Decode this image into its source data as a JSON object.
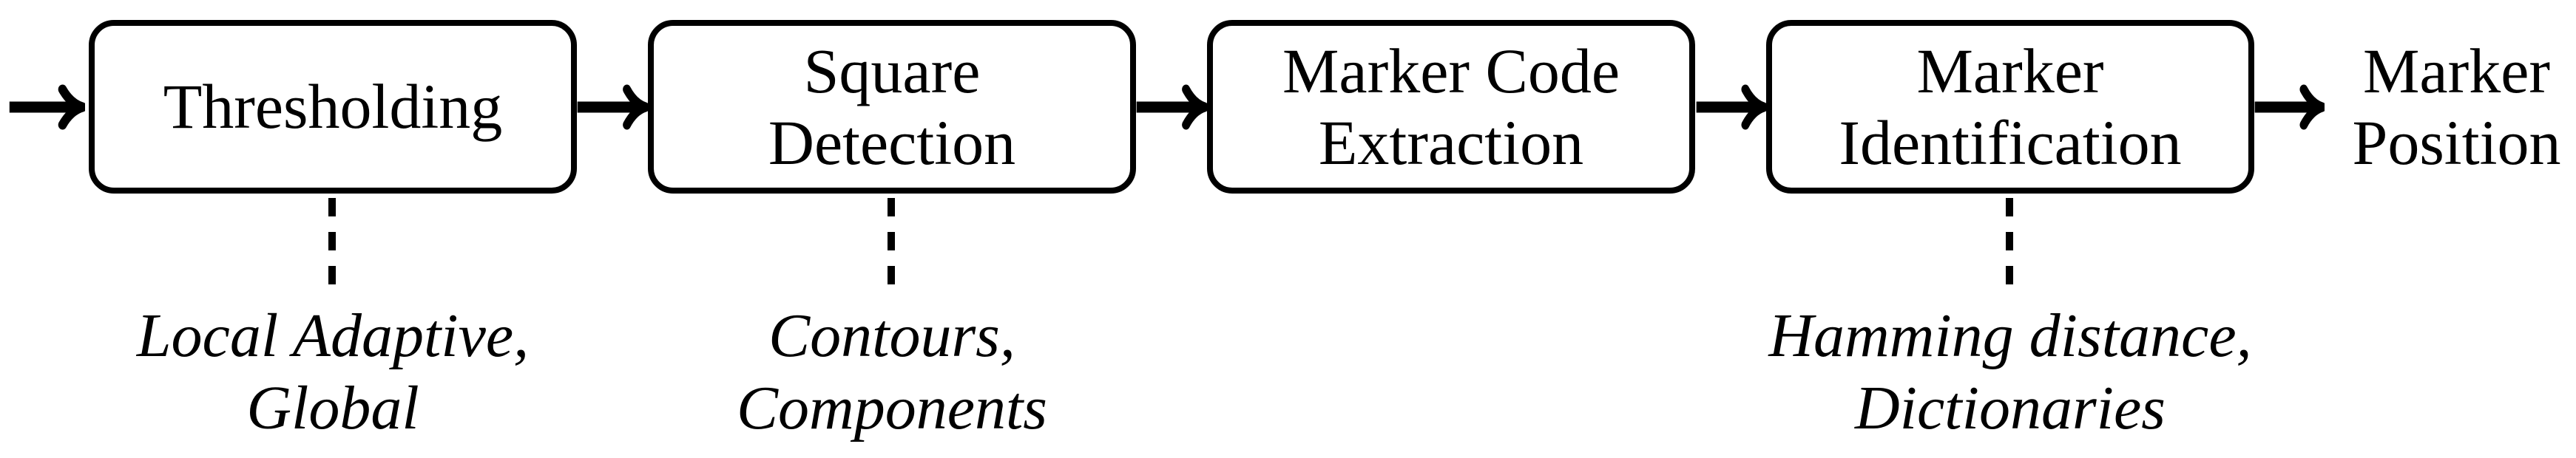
{
  "colors": {
    "ink": "#000000",
    "background": "#ffffff"
  },
  "pipeline": {
    "stages": [
      {
        "id": "thresholding",
        "label_lines": [
          "Thresholding"
        ],
        "annotation_lines": [
          "Local Adaptive,",
          "Global"
        ]
      },
      {
        "id": "square-detection",
        "label_lines": [
          "Square",
          "Detection"
        ],
        "annotation_lines": [
          "Contours,",
          "Components"
        ]
      },
      {
        "id": "marker-code-extraction",
        "label_lines": [
          "Marker Code",
          "Extraction"
        ],
        "annotation_lines": []
      },
      {
        "id": "marker-identification",
        "label_lines": [
          "Marker",
          "Identification"
        ],
        "annotation_lines": [
          "Hamming distance,",
          "Dictionaries"
        ]
      }
    ],
    "output": {
      "label_lines": [
        "Marker",
        "Position"
      ]
    }
  }
}
